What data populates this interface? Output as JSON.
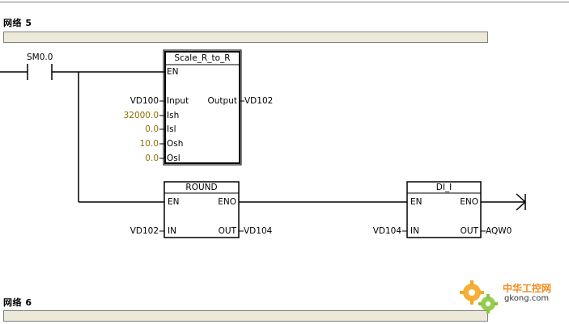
{
  "networks": [
    {
      "title": "网络 5"
    },
    {
      "title": "网络 6"
    }
  ],
  "contact": {
    "label": "SM0.0"
  },
  "scale_block": {
    "name": "Scale_R_to_R",
    "pins_left": [
      "EN",
      "Input",
      "Ish",
      "Isl",
      "Osh",
      "Osl"
    ],
    "pin_right": "Output",
    "inputs": {
      "input": "VD100",
      "ish": "32000.0",
      "isl": "0.0",
      "osh": "10.0",
      "osl": "0.0"
    },
    "output": "VD102"
  },
  "round_block": {
    "name": "ROUND",
    "en": "EN",
    "eno": "ENO",
    "in_pin": "IN",
    "out_pin": "OUT",
    "in_val": "VD102",
    "out_val": "VD104"
  },
  "dii_block": {
    "name": "DI_I",
    "en": "EN",
    "eno": "ENO",
    "in_pin": "IN",
    "out_pin": "OUT",
    "in_val": "VD104",
    "out_val": "AQW0"
  },
  "watermark": {
    "brand": "中华工控网",
    "domain": "gkong.com"
  },
  "colors": {
    "constant": "#8a6d00",
    "comment_bar": "#ece9d8",
    "brand": "#f28a1e"
  }
}
